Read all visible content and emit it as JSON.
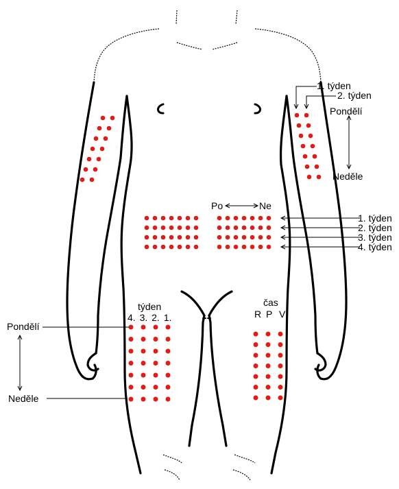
{
  "colors": {
    "dot": "#e31b17",
    "line": "#000000",
    "background": "#ffffff"
  },
  "labels": {
    "right_arm_week1": "1. týden",
    "right_arm_week2": "2. týden",
    "right_arm_monday": "Pondělí",
    "right_arm_sunday": "Neděle",
    "abdomen_po": "Po",
    "abdomen_ne": "Ne",
    "abdomen_week1": "1. týden",
    "abdomen_week2": "2. týden",
    "abdomen_week3": "3. týden",
    "abdomen_week4": "4. týden",
    "left_thigh_header": "týden",
    "left_thigh_cols": "4. 3. 2. 1.",
    "left_thigh_monday": "Pondělí",
    "left_thigh_sunday": "Neděle",
    "right_thigh_header": "čas",
    "right_thigh_r": "R",
    "right_thigh_p": "P",
    "right_thigh_v": "V"
  },
  "dot_grids": {
    "left_arm": {
      "columns": 2,
      "rows": 7
    },
    "right_arm": {
      "columns": 2,
      "rows": 7
    },
    "abdomen_left": {
      "columns": 7,
      "rows": 4
    },
    "abdomen_right": {
      "columns": 7,
      "rows": 4
    },
    "left_thigh": {
      "columns": 4,
      "rows": 7
    },
    "right_thigh": {
      "columns": 3,
      "rows": 7
    }
  }
}
